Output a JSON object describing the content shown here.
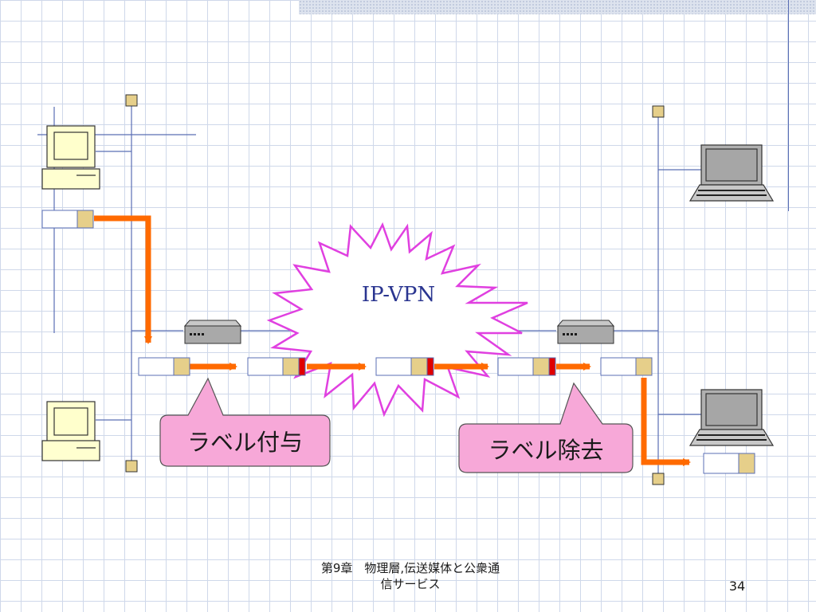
{
  "diagram": {
    "vpn_label": "IP-VPN",
    "callout_add": "ラベル付与",
    "callout_remove": "ラベル除去",
    "nodes": {
      "left_pcs": [
        "desktop-pc",
        "desktop-pc"
      ],
      "right_pcs": [
        "laptop",
        "laptop"
      ],
      "routers": [
        "router",
        "router"
      ]
    },
    "colors": {
      "flow_arrow": "#ff6a00",
      "cloud_outline": "#e040e0",
      "network_line": "#5b6fb5",
      "callout_fill": "#f7a8d8",
      "terminator": "#e6cf8a",
      "label_marker": "#e00000"
    }
  },
  "footer": {
    "title_line1": "第9章　物理層,伝送媒体と公衆通",
    "title_line2": "信サービス",
    "page_number": "34"
  }
}
